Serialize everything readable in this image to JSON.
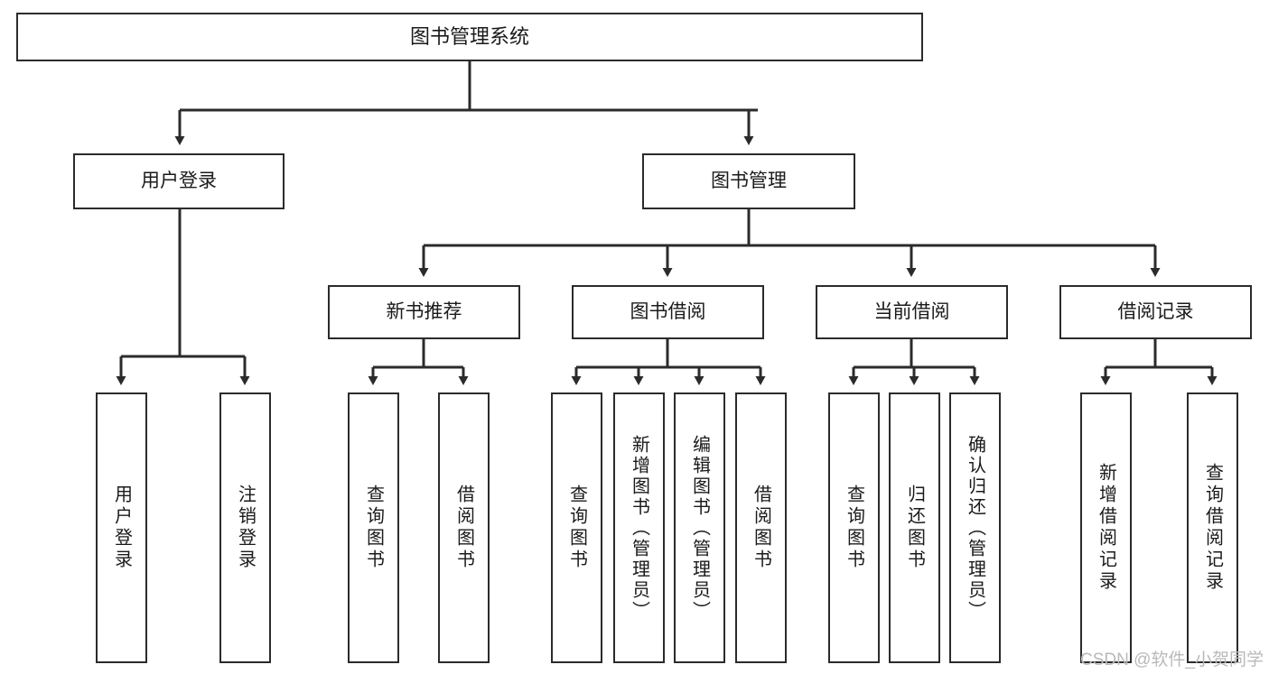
{
  "diagram": {
    "type": "tree-flowchart",
    "title": "图书管理系统",
    "watermark": "CSDN @软件_小贺同学",
    "colors": {
      "box_border": "#2b2b2b",
      "box_fill": "#ffffff",
      "edge": "#2b2b2b",
      "text": "#1a1a1a",
      "watermark": "#b9b9b9",
      "background": "#ffffff"
    },
    "nodes": {
      "root": {
        "label": "图书管理系统"
      },
      "level2": [
        {
          "id": "user-login",
          "label": "用户登录"
        },
        {
          "id": "book-manage",
          "label": "图书管理"
        }
      ],
      "level3": [
        {
          "id": "new-book-recommend",
          "label": "新书推荐"
        },
        {
          "id": "book-borrow",
          "label": "图书借阅"
        },
        {
          "id": "current-borrow",
          "label": "当前借阅"
        },
        {
          "id": "borrow-record",
          "label": "借阅记录"
        }
      ],
      "leaves": {
        "user_login": [
          {
            "id": "leaf-user-login",
            "label": "用户登录"
          },
          {
            "id": "leaf-user-logout",
            "label": "注销登录"
          }
        ],
        "new_book_recommend": [
          {
            "id": "leaf-query-book-1",
            "label": "查询图书"
          },
          {
            "id": "leaf-borrow-book-1",
            "label": "借阅图书"
          }
        ],
        "book_borrow": [
          {
            "id": "leaf-query-book-2",
            "label": "查询图书"
          },
          {
            "id": "leaf-add-book",
            "label": "新增图书（管理员）"
          },
          {
            "id": "leaf-edit-book",
            "label": "编辑图书（管理员）"
          },
          {
            "id": "leaf-borrow-book-2",
            "label": "借阅图书"
          }
        ],
        "current_borrow": [
          {
            "id": "leaf-query-book-3",
            "label": "查询图书"
          },
          {
            "id": "leaf-return-book",
            "label": "归还图书"
          },
          {
            "id": "leaf-confirm-return",
            "label": "确认归还（管理员）"
          }
        ],
        "borrow_record": [
          {
            "id": "leaf-add-record",
            "label": "新增借阅记录"
          },
          {
            "id": "leaf-query-record",
            "label": "查询借阅记录"
          }
        ]
      }
    }
  }
}
